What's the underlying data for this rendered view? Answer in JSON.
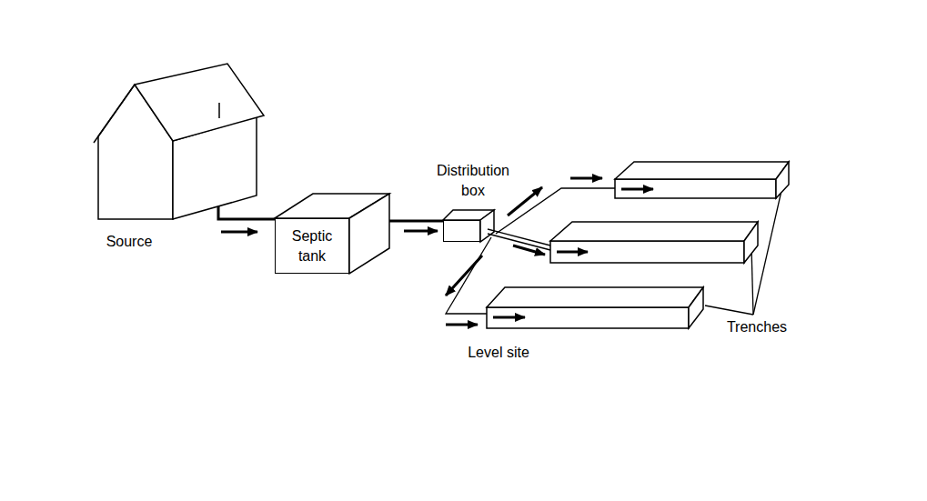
{
  "diagram": {
    "nodes": [
      {
        "text": [
          "Source"
        ]
      },
      {
        "text": [
          "Septic tank"
        ]
      },
      {
        "text": [
          "Distribution box"
        ]
      }
    ],
    "edges": [
      {
        "from": 0,
        "to": 1,
        "arrow": "to"
      },
      {
        "from": 1,
        "to": 2,
        "arrow": "to"
      }
    ],
    "labels": [
      "Level site",
      "Trenches"
    ]
  }
}
